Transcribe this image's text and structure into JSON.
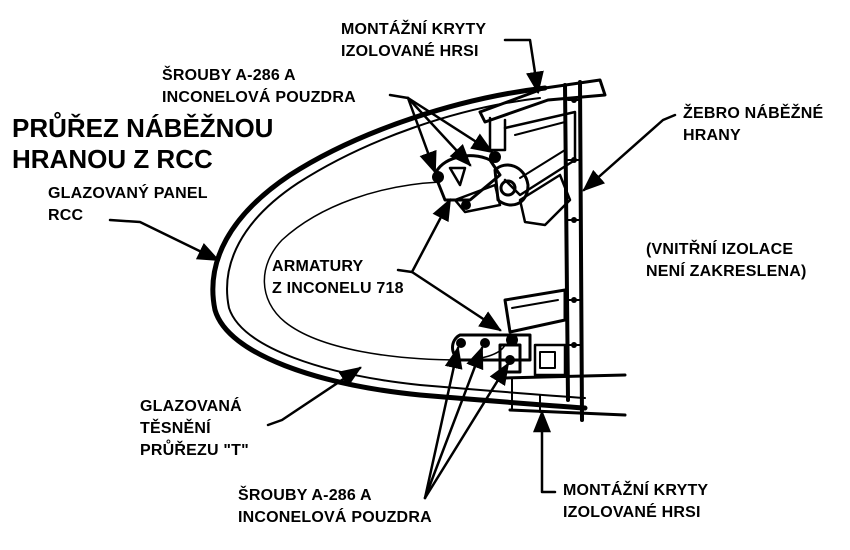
{
  "title": {
    "line1": "PRŮŘEZ NÁBĚŽNOU",
    "line2": "HRANOU Z RCC"
  },
  "labels": {
    "top_carrier": [
      "MONTÁŽNÍ KRYTY",
      "IZOLOVANÉ HRSI"
    ],
    "top_bolts": [
      "ŠROUBY A-286 A",
      "INCONELOVÁ POUZDRA"
    ],
    "spar": [
      "ŽEBRO NÁBĚŽNÉ",
      "HRANY"
    ],
    "panel": [
      "GLAZOVANÝ PANEL",
      "RCC"
    ],
    "insulation": [
      "(VNITŘNÍ IZOLACE",
      "NENÍ ZAKRESLENA)"
    ],
    "fittings": [
      "ARMATURY",
      "Z INCONELU 718"
    ],
    "tseal": [
      "GLAZOVANÁ",
      "TĚSNĚNÍ",
      "PRŮŘEZU \"T\""
    ],
    "bottom_bolts": [
      "ŠROUBY A-286 A",
      "INCONELOVÁ POUZDRA"
    ],
    "bottom_carrier": [
      "MONTÁŽNÍ KRYTY",
      "IZOLOVANÉ HRSI"
    ]
  }
}
